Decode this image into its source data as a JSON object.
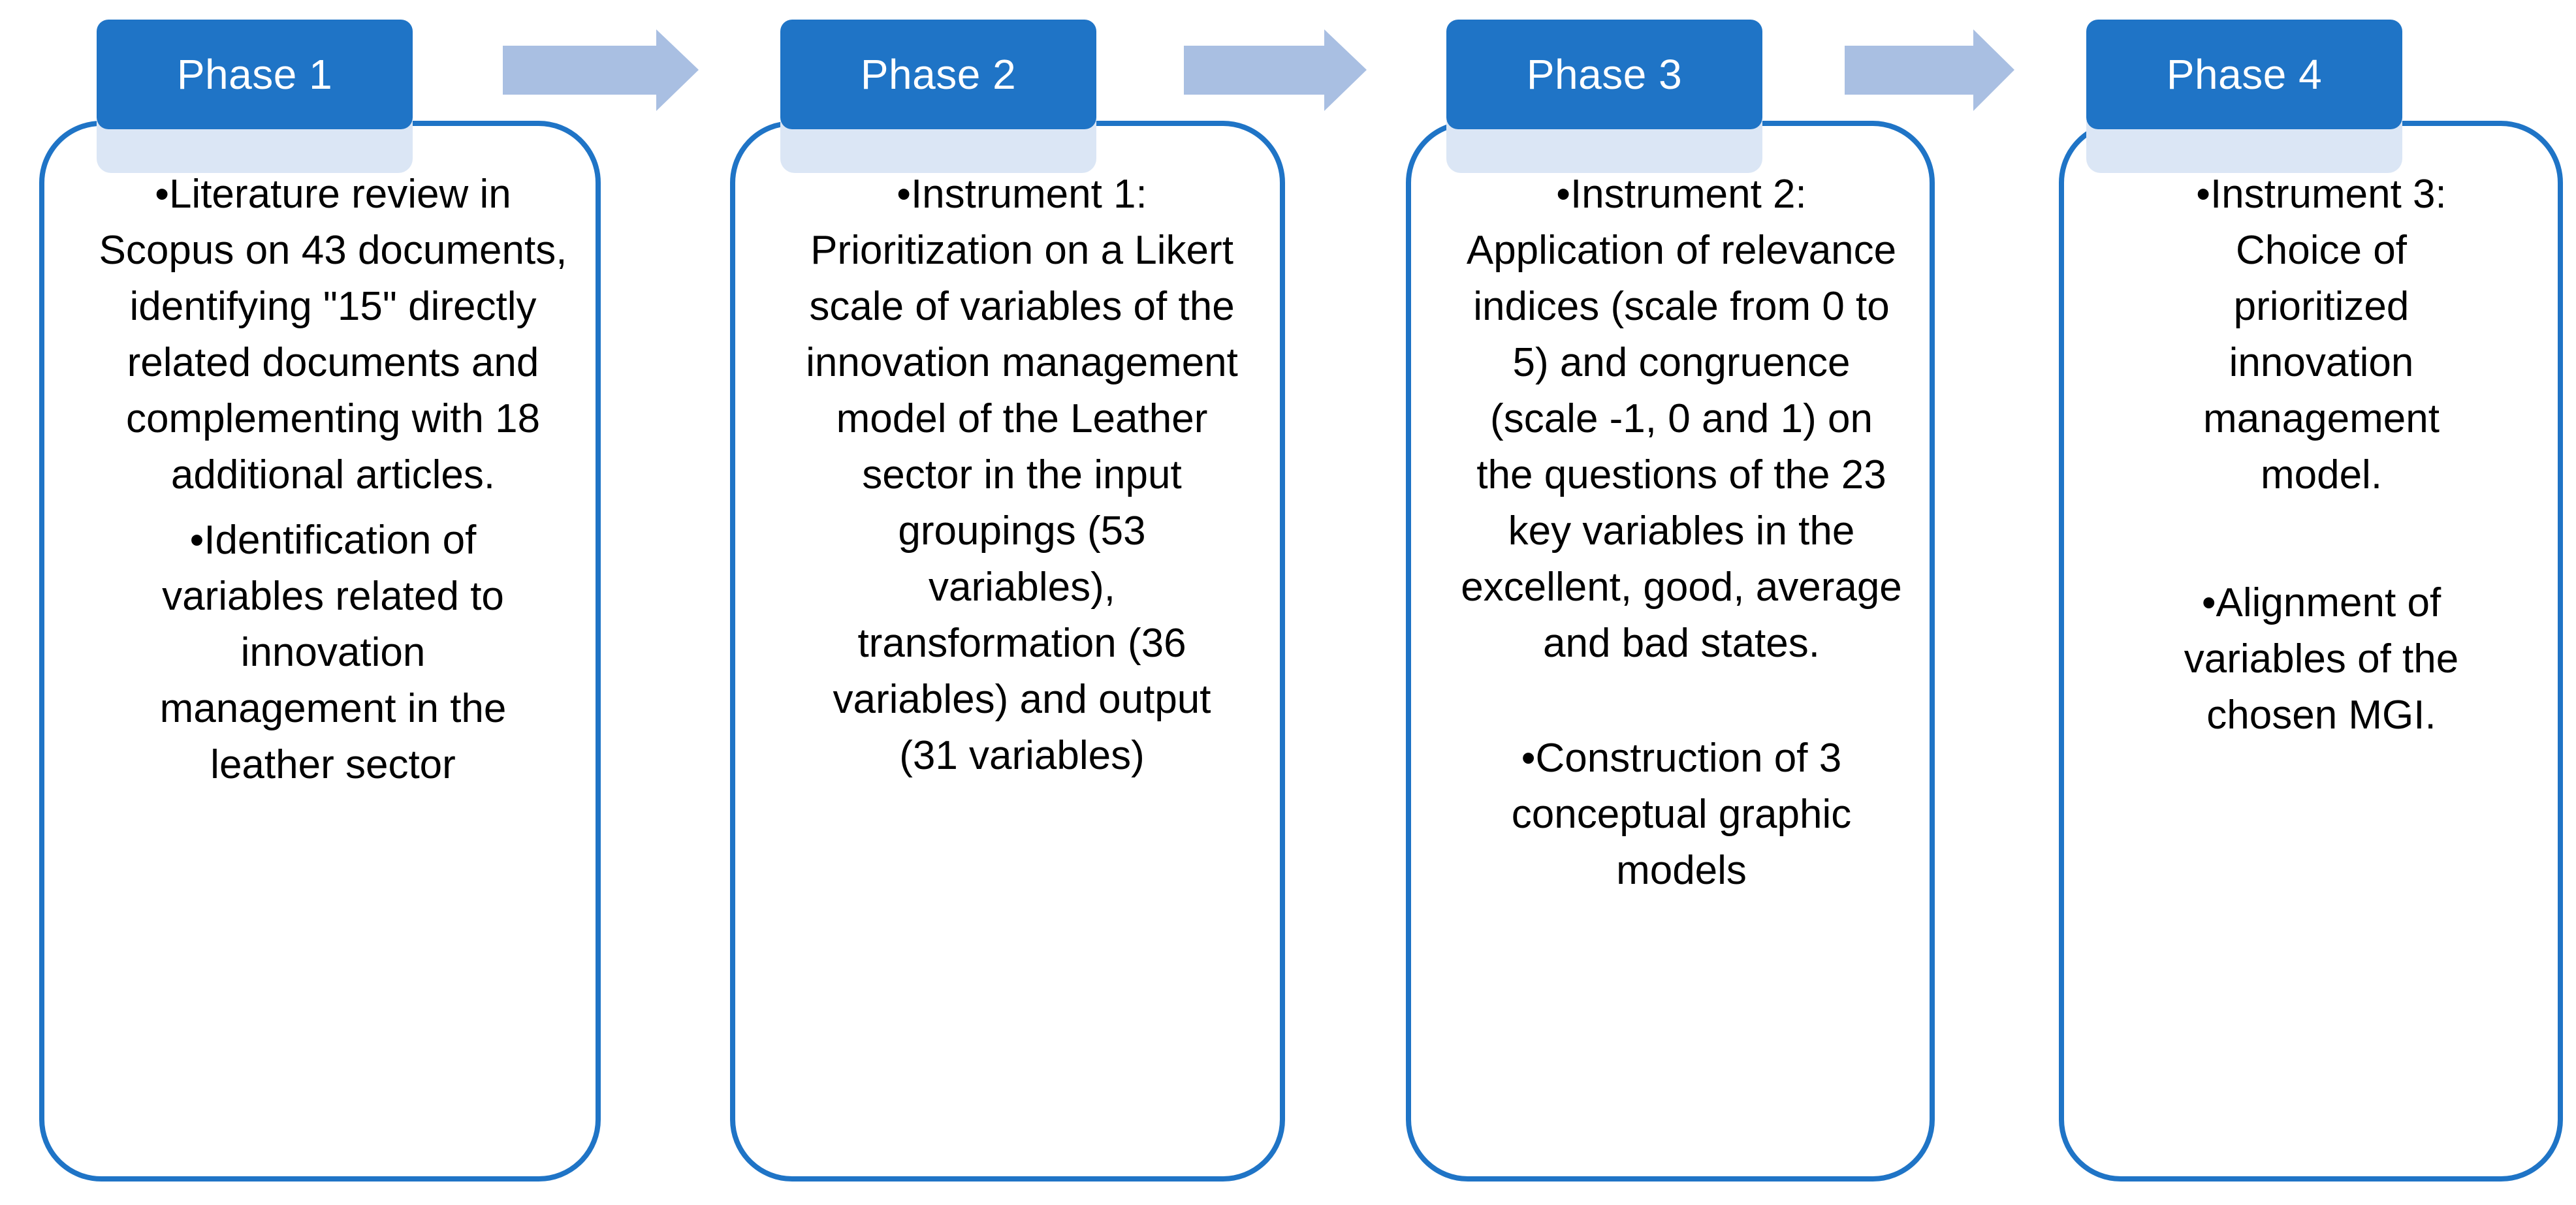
{
  "phases": [
    {
      "label": "Phase 1",
      "bullets": [
        "Literature review in Scopus on 43 documents, identifying \"15\" directly related documents and complementing with 18 additional articles.",
        "Identification of variables related to innovation management in the leather sector"
      ]
    },
    {
      "label": "Phase 2",
      "bullets": [
        "Instrument 1: Prioritization on a Likert scale of variables of the innovation management model of the Leather sector in the input groupings (53 variables), transformation (36 variables) and output (31 variables)"
      ]
    },
    {
      "label": "Phase 3",
      "bullets": [
        "Instrument 2: Application of relevance indices (scale from 0 to 5) and congruence (scale -1, 0 and 1) on the questions of the 23 key variables in the excellent, good, average and bad states.",
        "Construction of 3 conceptual graphic models"
      ]
    },
    {
      "label": "Phase 4",
      "bullets": [
        "Instrument 3: Choice of prioritized innovation management model.",
        "Alignment of variables of the chosen MGI."
      ]
    }
  ],
  "colors": {
    "accent": "#1f74c6",
    "arrow": "#a9bfe2",
    "tab_shadow": "#dbe6f5"
  }
}
